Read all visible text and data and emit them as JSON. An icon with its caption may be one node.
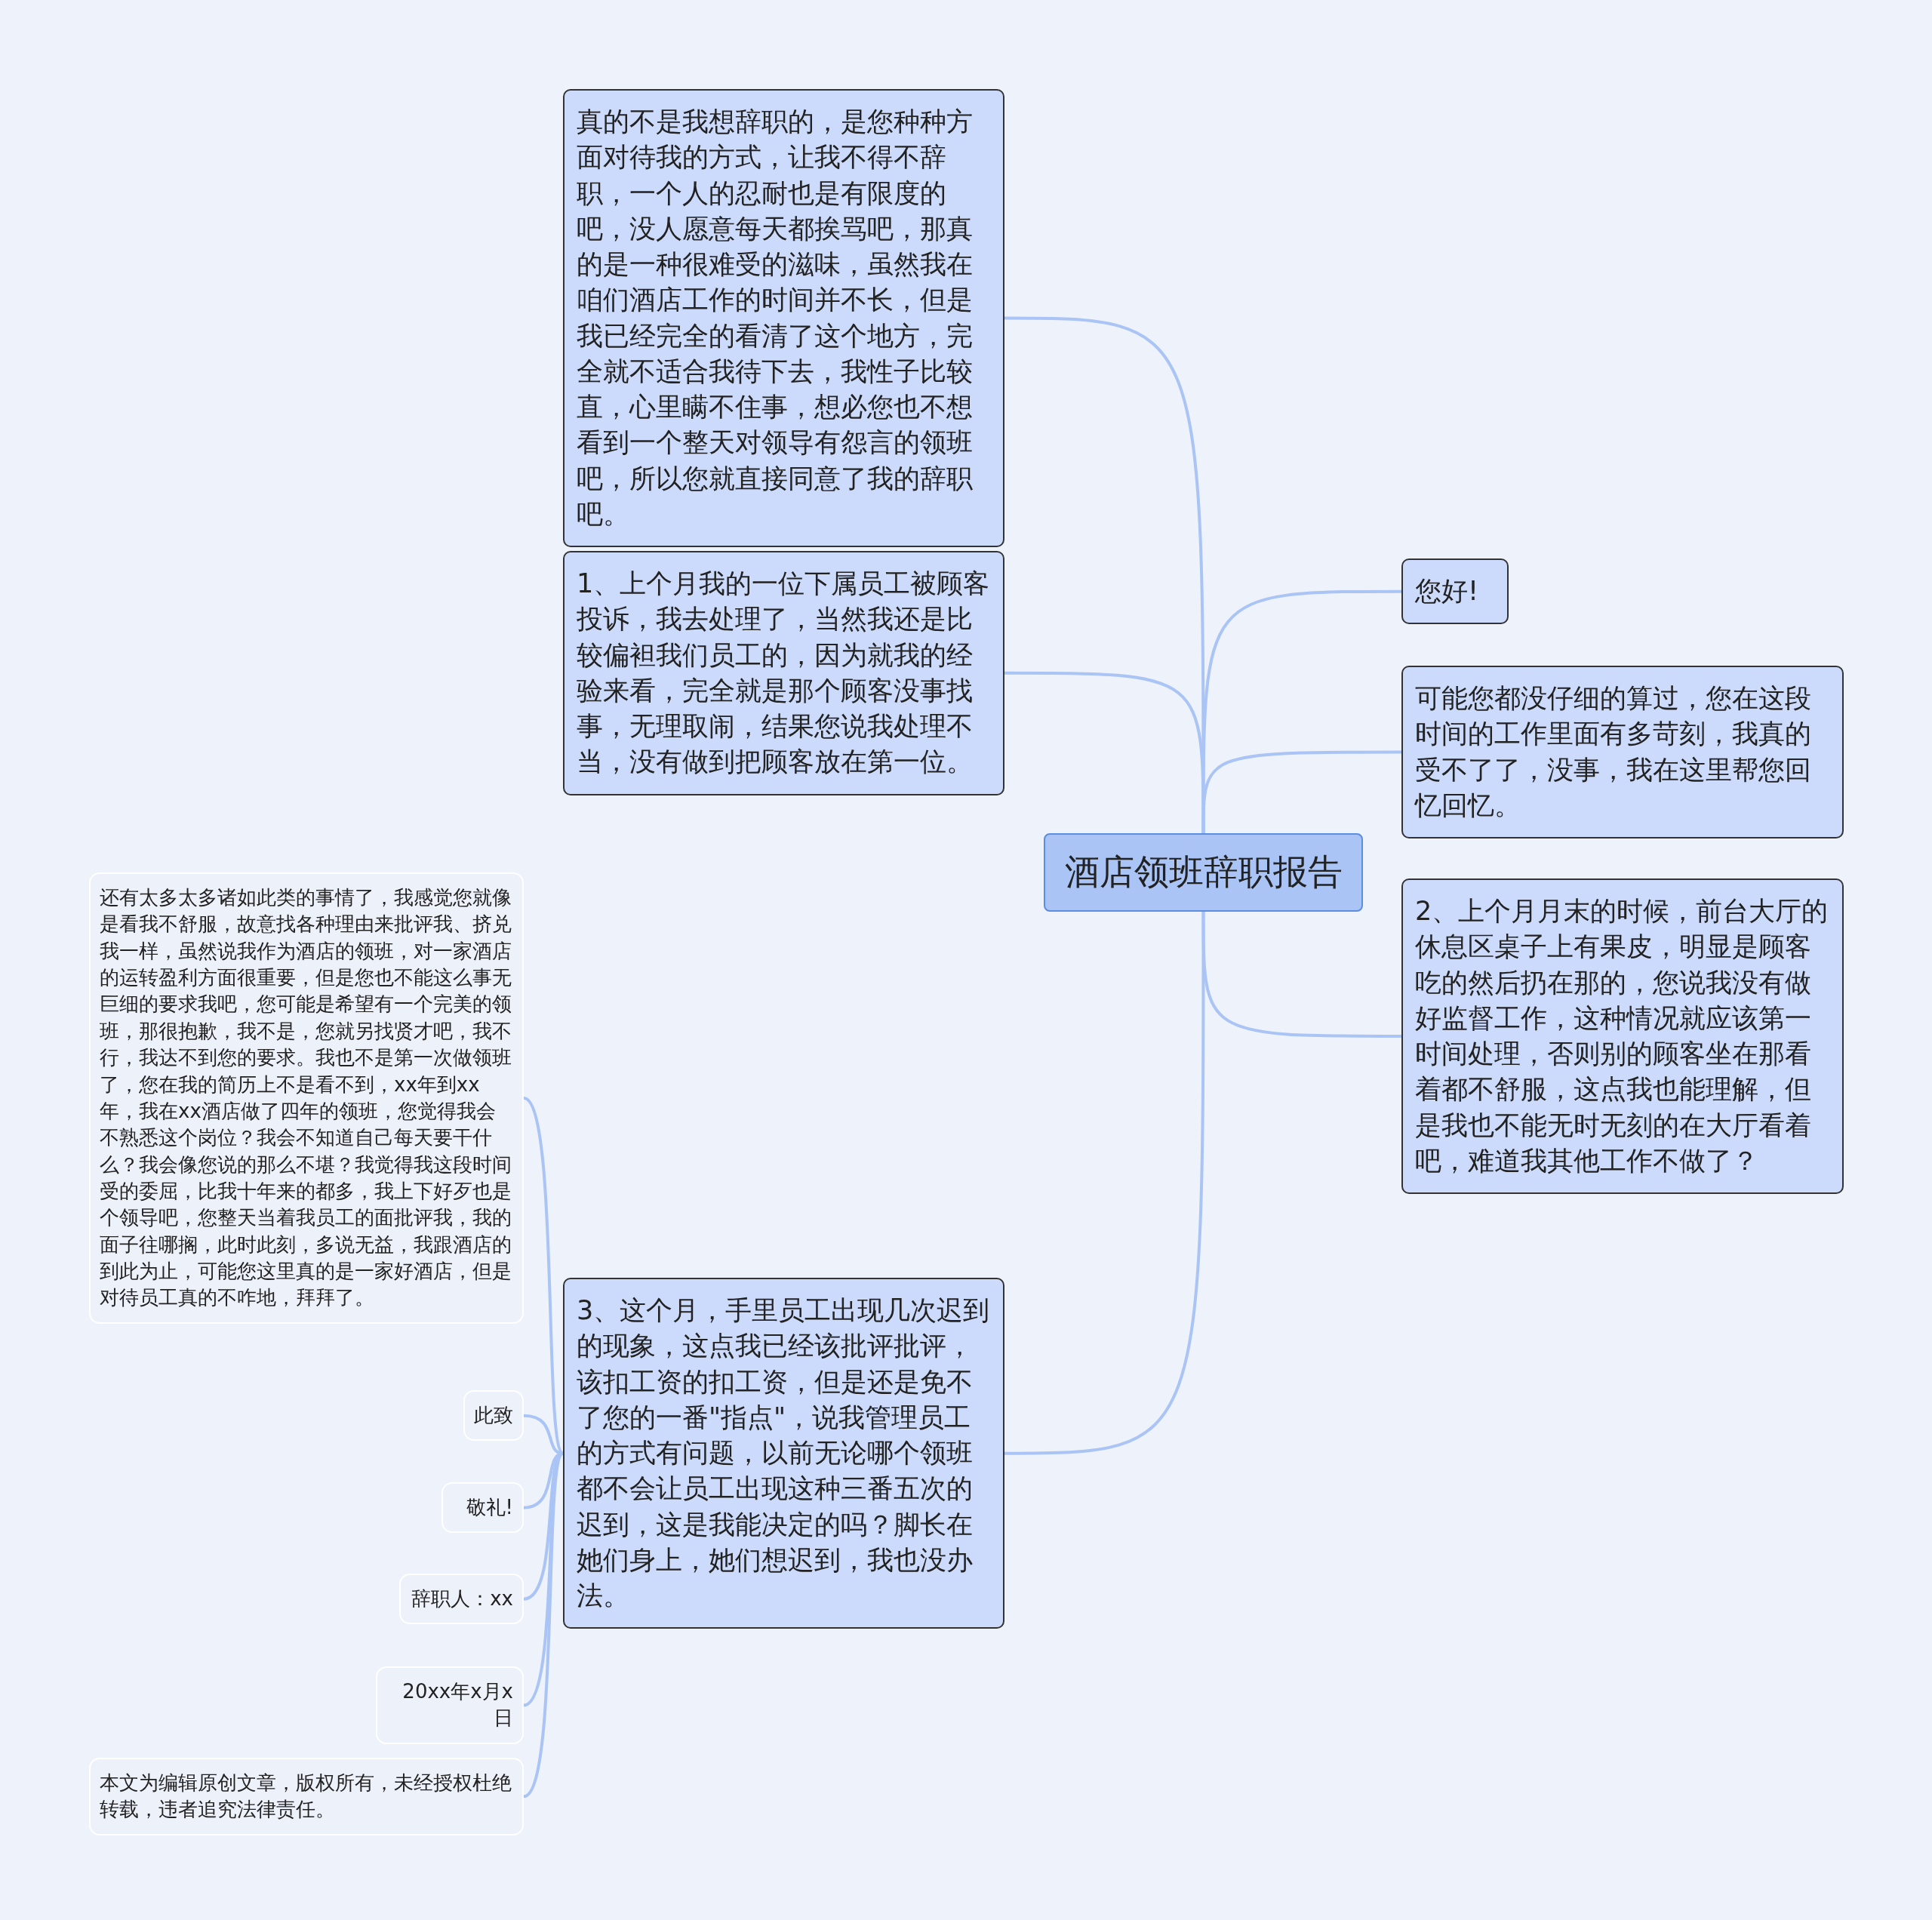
{
  "diagram": {
    "nodes": [
      {
        "text": [
          "酒店领班辞职报告"
        ]
      },
      {
        "text": [
          "真的不是我想辞职的，是您种种方面对待我的方式，让我不得不辞职，一个人的忍耐也是有限度的吧，没人愿意每天都挨骂吧，那真的是一种很难受的滋味，虽然我在咱们酒店工作的时间并不长，但是我已经完全的看清了这个地方，完全就不适合我待下去，我性子比较直，心里瞒不住事，想必您也不想看到一个整天对领导有怨言的领班吧，所以您就直接同意了我的辞职吧。"
        ]
      },
      {
        "text": [
          "1、上个月我的一位下属员工被顾客投诉，我去处理了，当然我还是比较偏袒我们员工的，因为就我的经验来看，完全就是那个顾客没事找事，无理取闹，结果您说我处理不当，没有做到把顾客放在第一位。"
        ]
      },
      {
        "text": [
          "3、这个月，手里员工出现几次迟到的现象，这点我已经该批评批评，该扣工资的扣工资，但是还是免不了您的一番\"指点\"，说我管理员工的方式有问题，以前无论哪个领班都不会让员工出现这种三番五次的迟到，这是我能决定的吗？脚长在她们身上，她们想迟到，我也没办法。"
        ]
      },
      {
        "text": [
          "还有太多太多诸如此类的事情了，我感觉您就像是看我不舒服，故意找各种理由来批评我、挤兑我一样，虽然说我作为酒店的领班，对一家酒店的运转盈利方面很重要，但是您也不能这么事无巨细的要求我吧，您可能是希望有一个完美的领班，那很抱歉，我不是，您就另找贤才吧，我不行，我达不到您的要求。我也不是第一次做领班了，您在我的简历上不是看不到，xx年到xx年，我在xx酒店做了四年的领班，您觉得我会不熟悉这个岗位？我会不知道自己每天要干什么？我会像您说的那么不堪？我觉得我这段时间受的委屈，比我十年来的都多，我上下好歹也是个领导吧，您整天当着我员工的面批评我，我的面子往哪搁，此时此刻，多说无益，我跟酒店的到此为止，可能您这里真的是一家好酒店，但是对待员工真的不咋地，拜拜了。"
        ]
      },
      {
        "text": [
          "此致"
        ]
      },
      {
        "text": [
          "敬礼!"
        ]
      },
      {
        "text": [
          "辞职人：xx"
        ]
      },
      {
        "text": [
          "20xx年x月x日"
        ]
      },
      {
        "text": [
          "本文为编辑原创文章，版权所有，未经授权杜绝转载，违者追究法律责任。"
        ]
      },
      {
        "text": [
          "您好!"
        ]
      },
      {
        "text": [
          "可能您都没仔细的算过，您在这段时间的工作里面有多苛刻，我真的受不了了，没事，我在这里帮您回忆回忆。"
        ]
      },
      {
        "text": [
          "2、上个月月末的时候，前台大厅的休息区桌子上有果皮，明显是顾客吃的然后扔在那的，您说我没有做好监督工作，这种情况就应该第一时间处理，否则别的顾客坐在那看着都不舒服，这点我也能理解，但是我也不能无时无刻的在大厅看着吧，难道我其他工作不做了？"
        ]
      }
    ],
    "edges": [
      {
        "from": 0,
        "to": 1,
        "arrow": "none"
      },
      {
        "from": 0,
        "to": 2,
        "arrow": "none"
      },
      {
        "from": 0,
        "to": 3,
        "arrow": "none"
      },
      {
        "from": 3,
        "to": 4,
        "arrow": "none"
      },
      {
        "from": 3,
        "to": 5,
        "arrow": "none"
      },
      {
        "from": 3,
        "to": 6,
        "arrow": "none"
      },
      {
        "from": 3,
        "to": 7,
        "arrow": "none"
      },
      {
        "from": 3,
        "to": 8,
        "arrow": "none"
      },
      {
        "from": 3,
        "to": 9,
        "arrow": "none"
      },
      {
        "from": 0,
        "to": 10,
        "arrow": "none"
      },
      {
        "from": 0,
        "to": 11,
        "arrow": "none"
      },
      {
        "from": 0,
        "to": 12,
        "arrow": "none"
      }
    ]
  }
}
